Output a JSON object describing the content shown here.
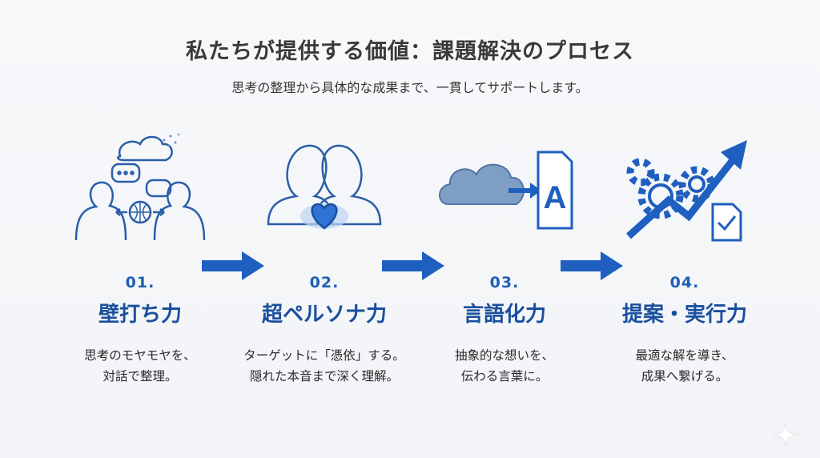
{
  "header": {
    "title": "私たちが提供する価値：課題解決のプロセス",
    "subtitle": "思考の整理から具体的な成果まで、一貫してサポートします。"
  },
  "steps": [
    {
      "number": "01.",
      "name": "壁打ち力",
      "desc_line1": "思考のモヤモヤを、",
      "desc_line2": "対話で整理。",
      "icon": "dialogue-icon"
    },
    {
      "number": "02.",
      "name": "超ペルソナ力",
      "desc_line1": "ターゲットに「憑依」する。",
      "desc_line2": "隠れた本音まで深く理解。",
      "icon": "empathy-heart-icon"
    },
    {
      "number": "03.",
      "name": "言語化力",
      "desc_line1": "抽象的な想いを、",
      "desc_line2": "伝わる言葉に。",
      "icon": "cloud-to-document-icon"
    },
    {
      "number": "04.",
      "name": "提案・実行力",
      "desc_line1": "最適な解を導き、",
      "desc_line2": "成果へ繋げる。",
      "icon": "gears-growth-icon"
    }
  ],
  "colors": {
    "accent": "#1e5fb3",
    "title": "#3a3a3a",
    "arrow": "#1f5fbf"
  }
}
